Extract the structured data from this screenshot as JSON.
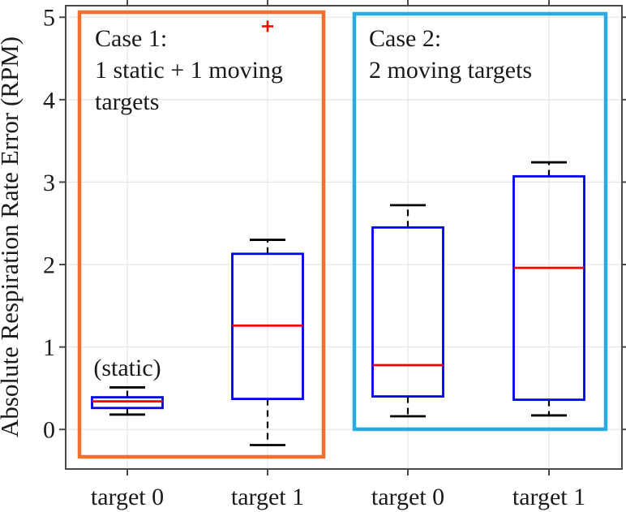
{
  "chart_data": {
    "type": "boxplot",
    "title": "",
    "ylabel": "Absolute Respiration Rate Error (RPM)",
    "xlabel": "",
    "categories": [
      "target 0",
      "target 1",
      "target 0",
      "target 1"
    ],
    "yticks": [
      0,
      1,
      2,
      3,
      4,
      5
    ],
    "ylim": [
      -0.48,
      5.14
    ],
    "grid": true,
    "legend": "none",
    "boxes": [
      {
        "category": "target 0",
        "group": "Case 1",
        "whisker_low": 0.18,
        "q1": 0.26,
        "median": 0.34,
        "q3": 0.39,
        "whisker_high": 0.51,
        "outliers": []
      },
      {
        "category": "target 1",
        "group": "Case 1",
        "whisker_low": -0.19,
        "q1": 0.37,
        "median": 1.26,
        "q3": 2.13,
        "whisker_high": 2.3,
        "outliers": [
          4.89
        ]
      },
      {
        "category": "target 0",
        "group": "Case 2",
        "whisker_low": 0.16,
        "q1": 0.4,
        "median": 0.78,
        "q3": 2.45,
        "whisker_high": 2.72,
        "outliers": []
      },
      {
        "category": "target 1",
        "group": "Case 2",
        "whisker_low": 0.17,
        "q1": 0.36,
        "median": 1.96,
        "q3": 3.07,
        "whisker_high": 3.24,
        "outliers": []
      }
    ],
    "annotations": [
      {
        "id": "case1-label",
        "lines": [
          "Case 1:",
          "1 static + 1 moving",
          "targets"
        ]
      },
      {
        "id": "case2-label",
        "lines": [
          "Case 2:",
          "2 moving targets"
        ]
      },
      {
        "id": "static-note",
        "lines": [
          "(static)"
        ]
      }
    ],
    "colors": {
      "box": "#0000F0",
      "median": "#FF0000",
      "whisker": "#000000",
      "outlier": "#FF0000",
      "case1_rect": "#F2702B",
      "case2_rect": "#29ABE2",
      "grid": "#E7E7E7",
      "axis": "#4A4A4A",
      "text": "#1A1A1A"
    }
  }
}
